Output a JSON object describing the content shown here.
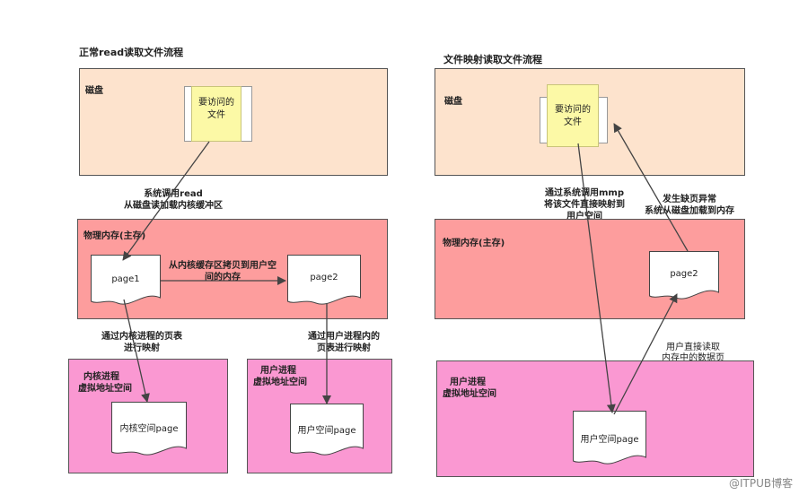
{
  "left": {
    "title": "正常read读取文件流程",
    "disk_label": "磁盘",
    "file_label_l1": "要访问的",
    "file_label_l2": "文件",
    "syscall_l1": "系统调用read",
    "syscall_l2": "从磁盘读加载内核缓冲区",
    "mem_label": "物理内存(主存)",
    "page1": "page1",
    "page2": "page2",
    "copy_l1": "从内核缓存区拷贝到用户空",
    "copy_l2": "间的内存",
    "kmap_l1": "通过内核进程的页表",
    "kmap_l2": "进行映射",
    "umap_l1": "通过用户进程内的",
    "umap_l2": "页表进行映射",
    "kproc_l1": "内核进程",
    "kproc_l2": "虚拟地址空间",
    "kpage": "内核空间page",
    "uproc_l1": "用户进程",
    "uproc_l2": "虚拟地址空间",
    "upage": "用户空间page"
  },
  "right": {
    "title": "文件映射读取文件流程",
    "disk_label": "磁盘",
    "file_label_l1": "要访问的",
    "file_label_l2": "文件",
    "mmap_l1": "通过系统调用mmp",
    "mmap_l2": "将该文件直接映射到",
    "mmap_l3": "用户空间",
    "fault_l1": "发生缺页异常",
    "fault_l2": "系统从磁盘加载到内存",
    "mem_label": "物理内存(主存)",
    "page2": "page2",
    "read_l1": "用户直接读取",
    "read_l2": "内存中的数据页",
    "uproc_l1": "用户进程",
    "uproc_l2": "虚拟地址空间",
    "upage": "用户空间page"
  },
  "watermark": "@ITPUB博客",
  "colors": {
    "disk": "#fde3cd",
    "memory": "#fd9d9d",
    "process": "#fa98d2",
    "note": "#fcf9a6",
    "arrow": "#444444"
  }
}
